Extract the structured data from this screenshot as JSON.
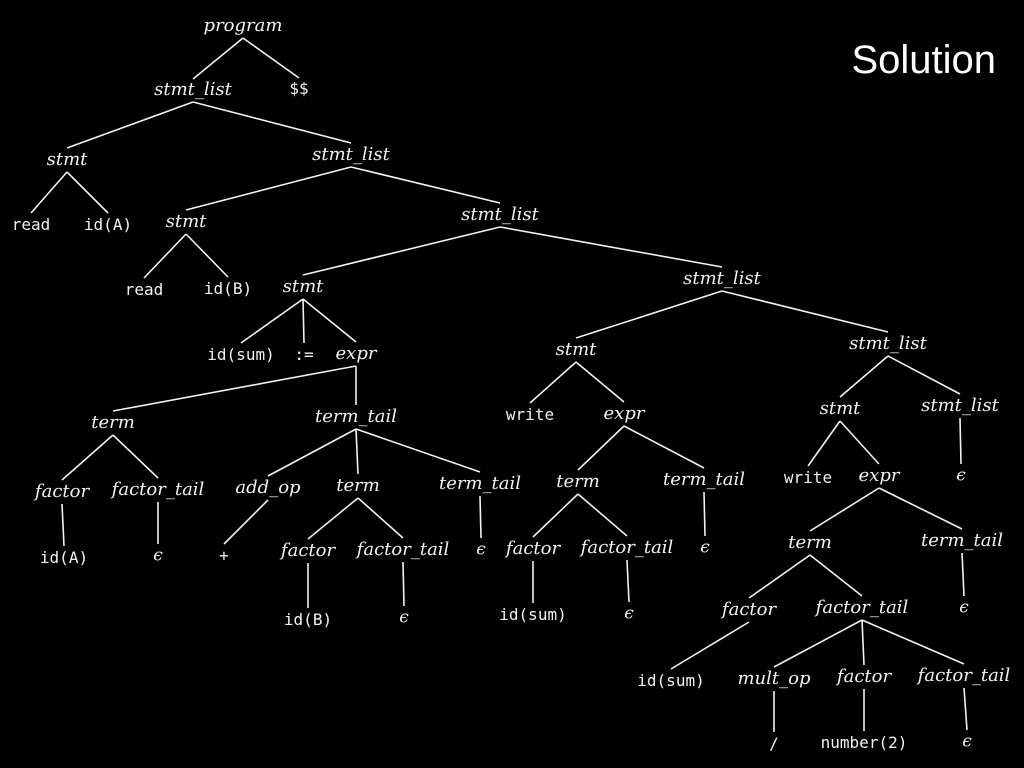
{
  "title": "Solution",
  "colors": {
    "background": "#000000",
    "ink": "#f2f2f2"
  },
  "tree": {
    "program": "program",
    "eof": "$$",
    "stmt_list": "stmt_list",
    "stmt": "stmt",
    "read": "read",
    "write": "write",
    "id_A": "id(A)",
    "id_B": "id(B)",
    "id_sum": "id(sum)",
    "assign": ":=",
    "expr": "expr",
    "term": "term",
    "term_tail": "term_tail",
    "factor": "factor",
    "factor_tail": "factor_tail",
    "add_op": "add_op",
    "mult_op": "mult_op",
    "plus": "+",
    "slash": "/",
    "number_2": "number(2)",
    "epsilon": "ϵ"
  }
}
